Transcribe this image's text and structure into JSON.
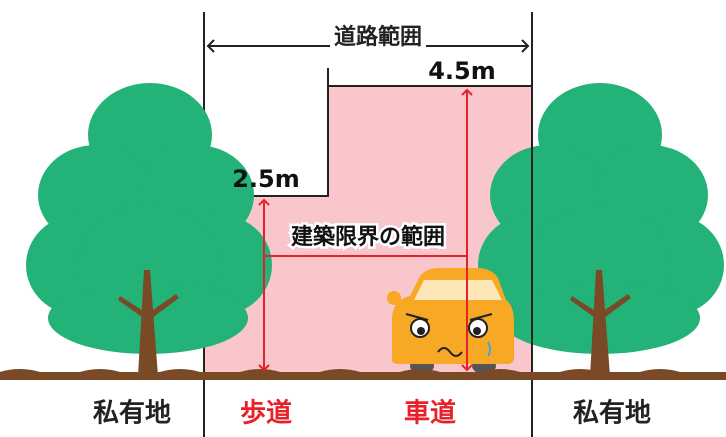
{
  "labels": {
    "road_range": "道路範囲",
    "roadway_height": "4.5m",
    "sidewalk_height": "2.5m",
    "clearance_range": "建築限界の範囲",
    "private_land_left": "私有地",
    "sidewalk": "歩道",
    "roadway": "車道",
    "private_land_right": "私有地"
  },
  "colors": {
    "clearance_fill": "#f9c6cc",
    "tree_foliage": "#23b378",
    "tree_trunk": "#7a4a26",
    "ground": "#7a4a26",
    "dimension_red": "#e8202a",
    "dimension_black": "#222222",
    "sidewalk_text": "#e8202a",
    "roadway_text": "#e8202a",
    "private_text": "#222222",
    "car_body": "#f7a825"
  },
  "icons": {
    "tree_left": "tree-icon",
    "tree_right": "tree-icon",
    "car": "car-icon"
  }
}
